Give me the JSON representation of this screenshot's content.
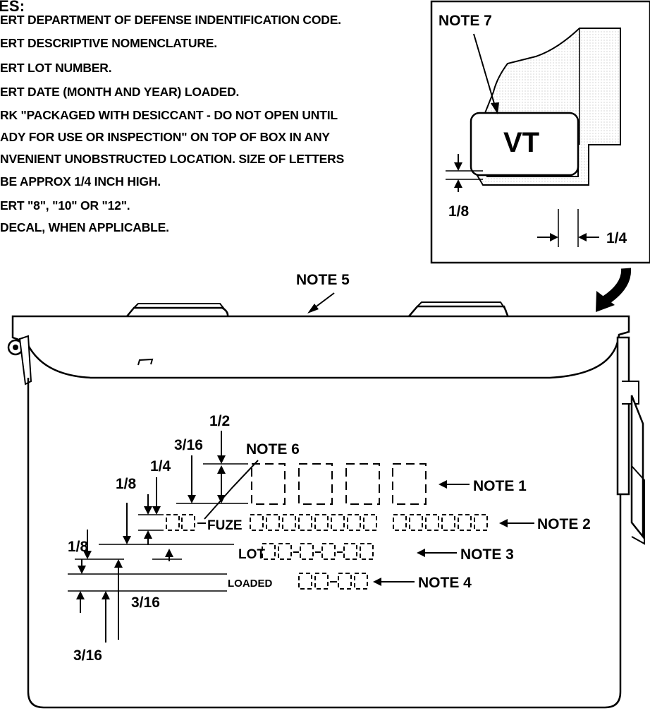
{
  "notes": {
    "heading": "ES:",
    "lines": [
      "ERT DEPARTMENT OF DEFENSE INDENTIFICATION CODE.",
      "ERT DESCRIPTIVE NOMENCLATURE.",
      "ERT LOT NUMBER.",
      "ERT DATE (MONTH AND YEAR) LOADED.",
      "RK \"PACKAGED WITH DESICCANT - DO NOT OPEN UNTIL",
      "ADY FOR USE OR INSPECTION\" ON TOP OF BOX IN ANY",
      "NVENIENT UNOBSTRUCTED LOCATION.  SIZE OF LETTERS",
      "BE APPROX 1/4 INCH HIGH.",
      "ERT \"8\", \"10\" OR \"12\".",
      "DECAL, WHEN APPLICABLE."
    ]
  },
  "callouts": {
    "note1": "NOTE 1",
    "note2": "NOTE 2",
    "note3": "NOTE 3",
    "note4": "NOTE 4",
    "note5": "NOTE 5",
    "note6": "NOTE 6",
    "note7": "NOTE 7"
  },
  "labels": {
    "fuze": "FUZE",
    "lot": "LOT",
    "loaded": "LOADED",
    "decal": "VT"
  },
  "dimensions": {
    "d_half": "1/2",
    "d_3_16_top": "3/16",
    "d_quarter": "1/4",
    "d_eighth_top": "1/8",
    "d_eighth_low": "1/8",
    "d_3_16_mid": "3/16",
    "d_3_16_bottom": "3/16",
    "inset_eighth": "1/8",
    "inset_quarter": "1/4"
  }
}
